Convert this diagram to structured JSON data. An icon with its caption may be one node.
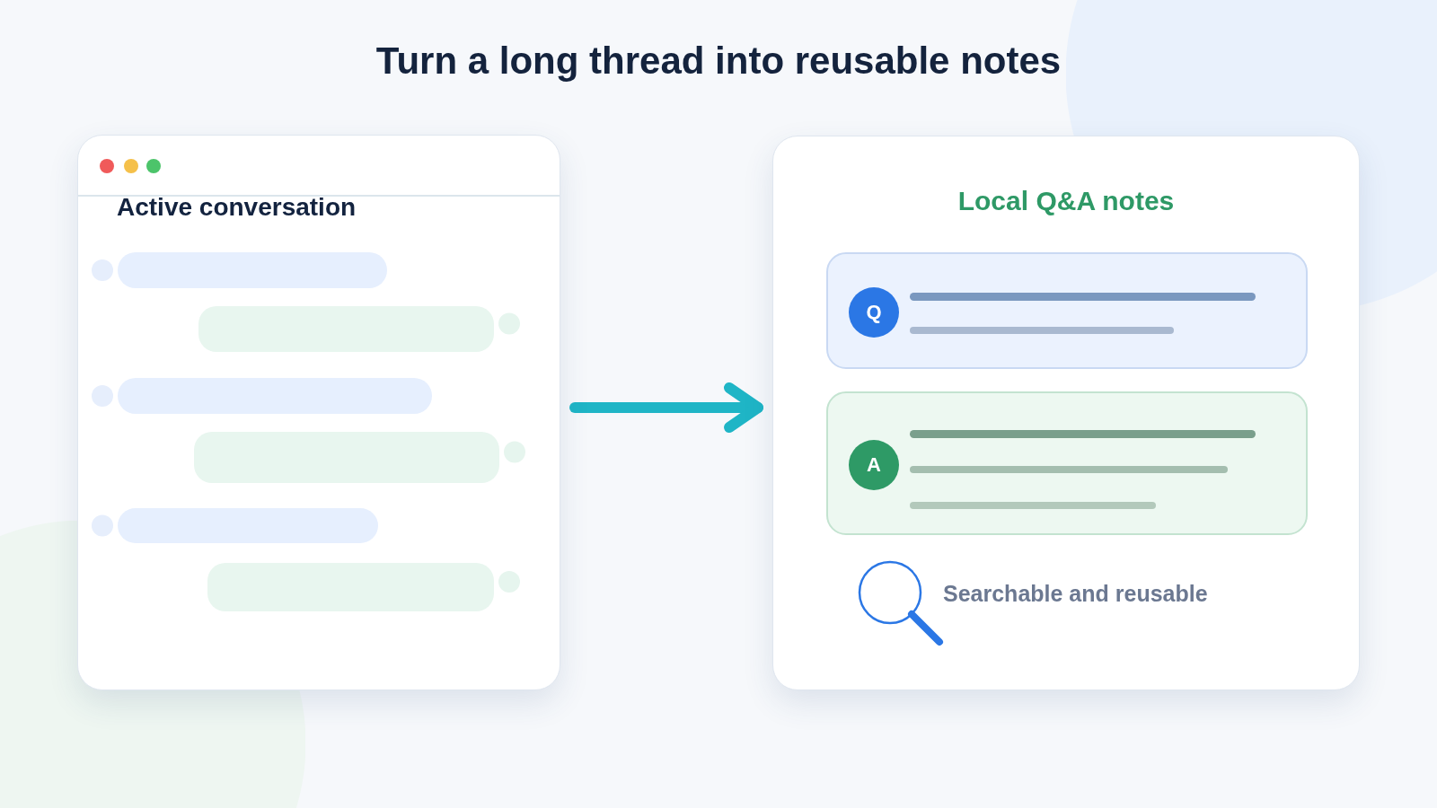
{
  "diagram": {
    "title": "Turn a long thread into reusable notes",
    "nodes": [
      {
        "text": [
          "Active conversation"
        ]
      },
      {
        "text": [
          "Local Q&A notes",
          "Searchable and reusable"
        ]
      },
      {
        "text": [],
        "shape": "box",
        "in": 1
      },
      {
        "text": [
          "Q"
        ],
        "in": 2
      },
      {
        "text": [],
        "shape": "box",
        "in": 1
      },
      {
        "text": [
          "A"
        ],
        "in": 4
      }
    ],
    "edges": [
      {
        "from": 0,
        "to": 1,
        "arrow": "to"
      }
    ]
  }
}
